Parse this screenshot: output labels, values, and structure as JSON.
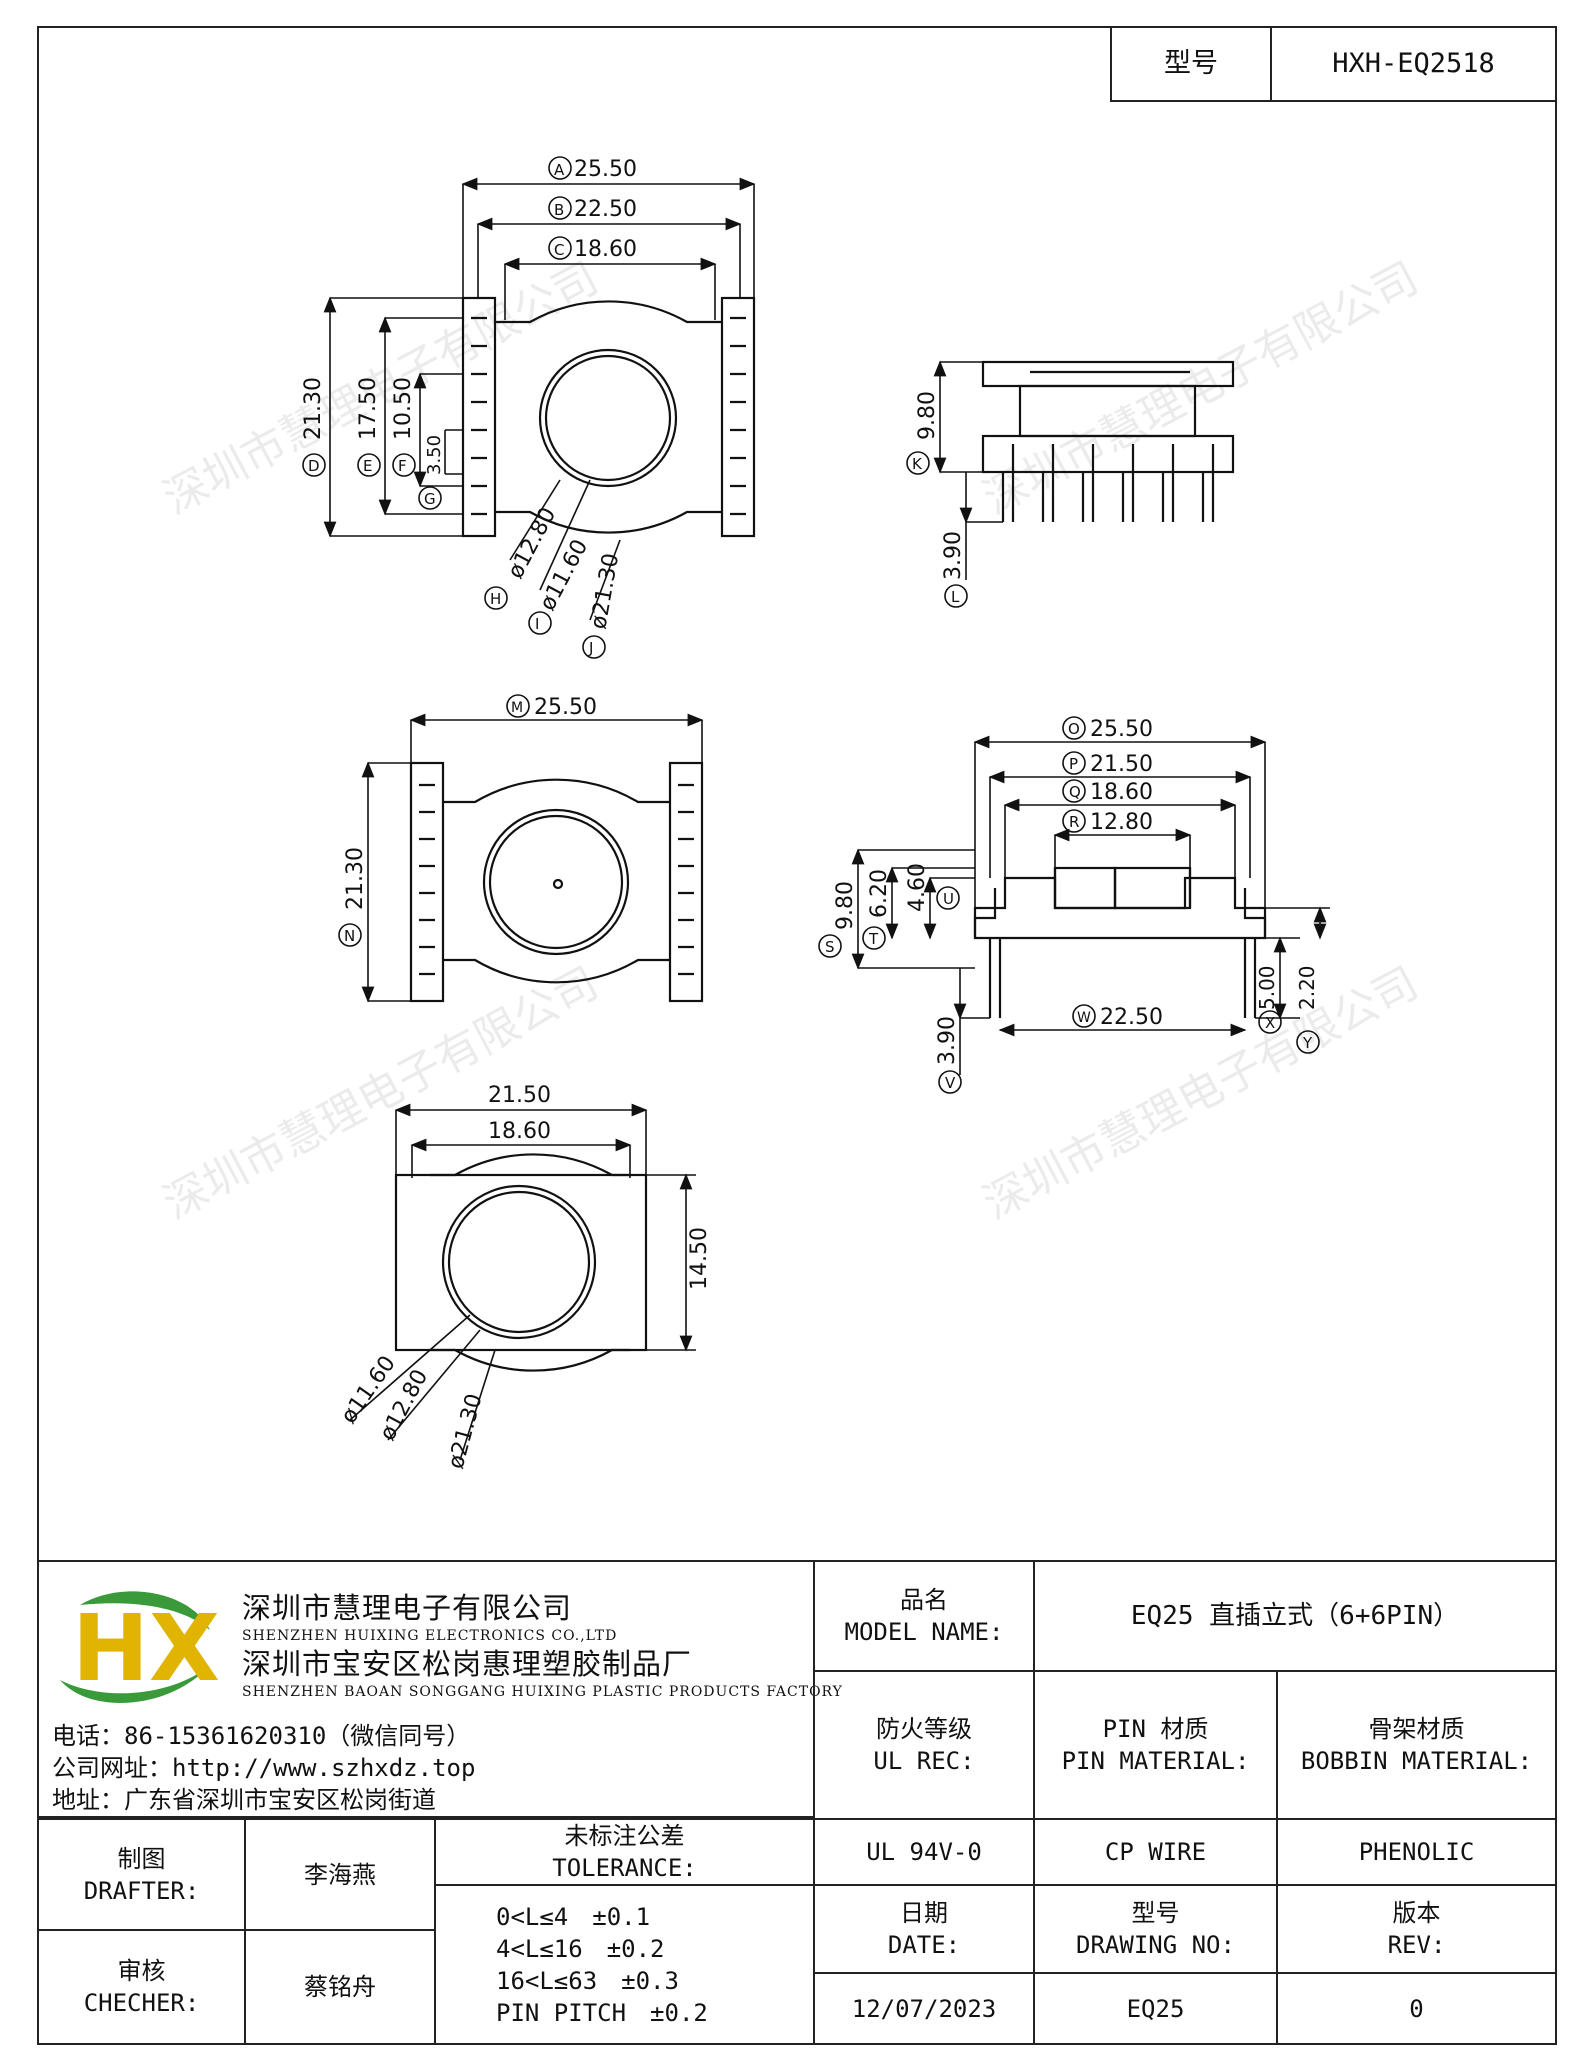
{
  "header": {
    "model_label": "型号",
    "model_value": "HXH-EQ2518"
  },
  "watermark": "深圳市慧理电子有限公司",
  "views": {
    "top": {
      "dims": {
        "A": "25.50",
        "B": "22.50",
        "C": "18.60",
        "D": "21.30",
        "E": "17.50",
        "F": "10.50",
        "G": "3.50",
        "H": "ø12.80",
        "I": "ø11.60",
        "J": "ø21.30"
      },
      "letters": [
        "A",
        "B",
        "C",
        "D",
        "E",
        "F",
        "G",
        "H",
        "I",
        "J"
      ]
    },
    "side": {
      "dims": {
        "K": "9.80",
        "L": "3.90"
      },
      "letters": [
        "K",
        "L"
      ]
    },
    "bottom": {
      "dims": {
        "M": "25.50",
        "N": "21.30"
      },
      "letters": [
        "M",
        "N"
      ]
    },
    "section": {
      "dims": {
        "O": "25.50",
        "P": "21.50",
        "Q": "18.60",
        "R": "12.80",
        "S": "9.80",
        "T": "6.20",
        "U": "4.60",
        "V": "3.90",
        "W": "22.50",
        "X": "5.00",
        "Y": "2.20"
      },
      "letters": [
        "O",
        "P",
        "Q",
        "R",
        "S",
        "T",
        "U",
        "V",
        "W",
        "X",
        "Y"
      ]
    },
    "core": {
      "dims": {
        "w1": "21.50",
        "w2": "18.60",
        "h": "14.50",
        "d1": "ø11.60",
        "d2": "ø12.80",
        "d3": "ø21.30"
      }
    }
  },
  "company": {
    "logo": "HX",
    "cn_name1": "深圳市慧理电子有限公司",
    "en_name1": "SHENZHEN HUIXING ELECTRONICS CO.,LTD",
    "cn_name2": "深圳市宝安区松岗惠理塑胶制品厂",
    "en_name2": "SHENZHEN BAOAN SONGGANG HUIXING PLASTIC PRODUCTS FACTORY",
    "phone": "电话：86-15361620310（微信同号）",
    "website": "公司网址：http://www.szhxdz.top",
    "address": "地址：广东省深圳市宝安区松岗街道"
  },
  "title_block": {
    "model_name_label": "品名",
    "model_name_label_en": "MODEL NAME:",
    "model_name_value": "EQ25 直插立式（6+6PIN）",
    "fire_label": "防火等级",
    "fire_label_en": "UL REC:",
    "pin_label": "PIN 材质",
    "pin_label_en": "PIN MATERIAL:",
    "bobbin_label": "骨架材质",
    "bobbin_label_en": "BOBBIN MATERIAL:",
    "fire_value": "UL 94V-0",
    "pin_value": "CP WIRE",
    "bobbin_value": "PHENOLIC",
    "drafter_label": "制图",
    "drafter_label_en": "DRAFTER:",
    "drafter_value": "李海燕",
    "checker_label": "审核",
    "checker_label_en": "CHECHER:",
    "checker_value": "蔡铭舟",
    "tolerance_label": "未标注公差",
    "tolerance_label_en": "TOLERANCE:",
    "tolerance_lines": [
      "0<L≤4　±0.1",
      "4<L≤16　±0.2",
      "16<L≤63　±0.3",
      "PIN PITCH　±0.2"
    ],
    "date_label": "日期",
    "date_label_en": "DATE:",
    "drawing_label": "型号",
    "drawing_label_en": "DRAWING NO:",
    "rev_label": "版本",
    "rev_label_en": "REV:",
    "date_value": "12/07/2023",
    "drawing_value": "EQ25",
    "rev_value": "0"
  }
}
